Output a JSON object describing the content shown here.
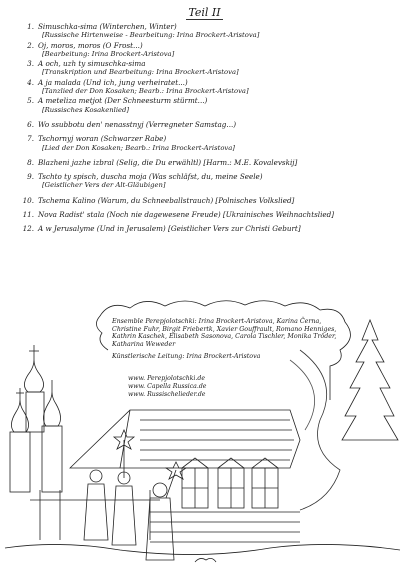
{
  "title": "Teil II",
  "songs": [
    {
      "num": "1.",
      "lines": [
        "Simuschka-sima (Winterchen, Winter)",
        "[Russische Hirtenweise - Bearbeitung: Irina Brockert-Aristova]"
      ]
    },
    {
      "num": "2.",
      "lines": [
        "Oj, moros, moros (O Frost...)",
        "[Bearbeitung: Irina Brockert-Aristova]"
      ]
    },
    {
      "num": "3.",
      "lines": [
        "A och, uzh ty simuschka-sima",
        "[Transkription und Bearbeitung: Irina Brockert-Aristova]"
      ]
    },
    {
      "num": "4.",
      "lines": [
        "A ja malada (Und ich, jung verheiratet...)",
        "[Tanzlied der Don Kosaken; Bearb.: Irina Brockert-Aristova]"
      ]
    },
    {
      "num": "5.",
      "lines": [
        "A meteliza metjot (Der Schneesturm stürmt...)",
        "[Russisches Kosakenlied]"
      ]
    },
    {
      "num": "6.",
      "lines": [
        "Wo ssubbotu den' nenasstnyj (Verregneter Samstag...)"
      ]
    },
    {
      "num": "7.",
      "lines": [
        "Tschornyj woran (Schwarzer Rabe)",
        "[Lied der Don Kosaken; Bearb.: Irina Brockert-Aristova]"
      ]
    },
    {
      "num": "8.",
      "lines": [
        "Blazheni jazhe izbral (Selig, die Du erwähltl) [Harm.: M.E. Kovalevskij]"
      ]
    },
    {
      "num": "9.",
      "lines": [
        "Tschto ty spisch, duscha moja (Was schläfst, du, meine Seele)",
        "[Geistlicher Vers der Alt-Gläubigen]"
      ]
    },
    {
      "num": "10.",
      "lines": [
        "Tschema Kalino (Warum, du Schneeballstrauch) [Polnisches Volkslied]"
      ]
    },
    {
      "num": "11.",
      "lines": [
        "Nova Radist' stala (Noch nie dagewesene Freude) [Ukrainisches Weihnachtslied]"
      ]
    },
    {
      "num": "12.",
      "lines": [
        "A w Jerusalyme (Und in Jerusalem) [Geistlicher Vers zur Christi Geburt]"
      ]
    }
  ],
  "ensemble": {
    "text": "Ensemble Perepjolotschki: Irina Brockert-Aristova, Karina Černa, Christine Fuhr, Birgit Friebertk, Xavier Gouffrault, Romano Henniges, Kathrin Kaschek, Elisabeth Sasonova, Carola Tischler, Monika Tröder, Katharina Weweder",
    "leader": "Künstlerische Leitung: Irina Brockert-Aristova"
  },
  "websites": [
    "www. Perepjolotschki.de",
    "www. Capella Russica.de",
    "www. Russischelieder.de"
  ]
}
